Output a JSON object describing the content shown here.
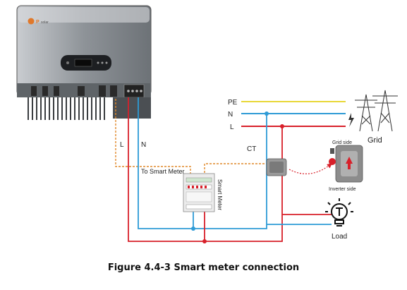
{
  "inverter": {
    "brand_text": "P",
    "brand_subtext": "solar"
  },
  "lines": {
    "pe": "PE",
    "n": "N",
    "l": "L"
  },
  "wire_labels": {
    "l": "L",
    "n": "N",
    "ct": "CT",
    "to_smart_meter": "To Smart Meter"
  },
  "smart_meter": {
    "label": "Smart Meter"
  },
  "grid": {
    "label": "Grid"
  },
  "ct_detail": {
    "grid_side": "Grid side",
    "inverter_side": "Inverter side"
  },
  "load": {
    "label": "Load"
  },
  "caption": "Figure 4.4-3 Smart meter connection",
  "colors": {
    "pe_wire": "#e8d838",
    "n_wire": "#2e9bd6",
    "l_wire": "#d8202a",
    "signal_wire": "#e0892a",
    "inverter_body": "#8e9398"
  }
}
